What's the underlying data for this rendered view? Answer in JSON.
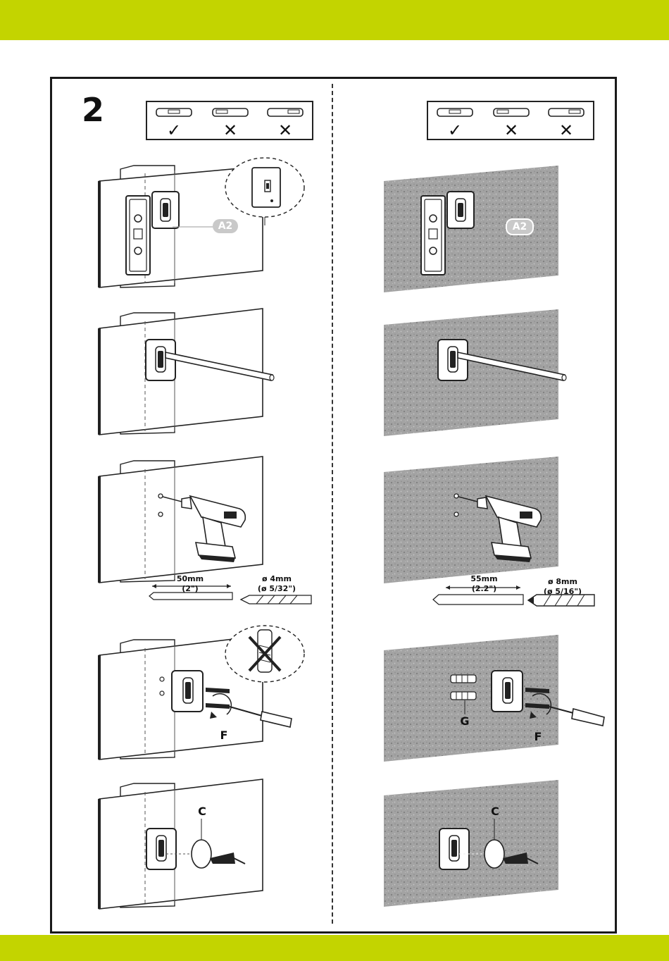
{
  "colors": {
    "band": "#c3d400",
    "stone": "#9c9c9c",
    "drywall": "#ffffff",
    "outline": "#222222"
  },
  "step": {
    "number": "2"
  },
  "level_guide": {
    "marks": [
      "check-icon",
      "cross-icon",
      "cross-icon"
    ],
    "symbols": [
      "✓",
      "✕",
      "✕"
    ]
  },
  "left": {
    "badge": "A2",
    "drill_depth": {
      "metric": "50mm",
      "imperial": "(2\")"
    },
    "drill_bit": {
      "metric": "ø 4mm",
      "imperial": "(ø 5/32\")"
    },
    "screw_part": "F",
    "cap_part": "C"
  },
  "right": {
    "badge": "A2",
    "drill_depth": {
      "metric": "55mm",
      "imperial": "(2.2\")"
    },
    "drill_bit": {
      "metric": "ø 8mm",
      "imperial": "(ø 5/16\")"
    },
    "anchor_part": "G",
    "screw_part": "F",
    "cap_part": "C"
  }
}
